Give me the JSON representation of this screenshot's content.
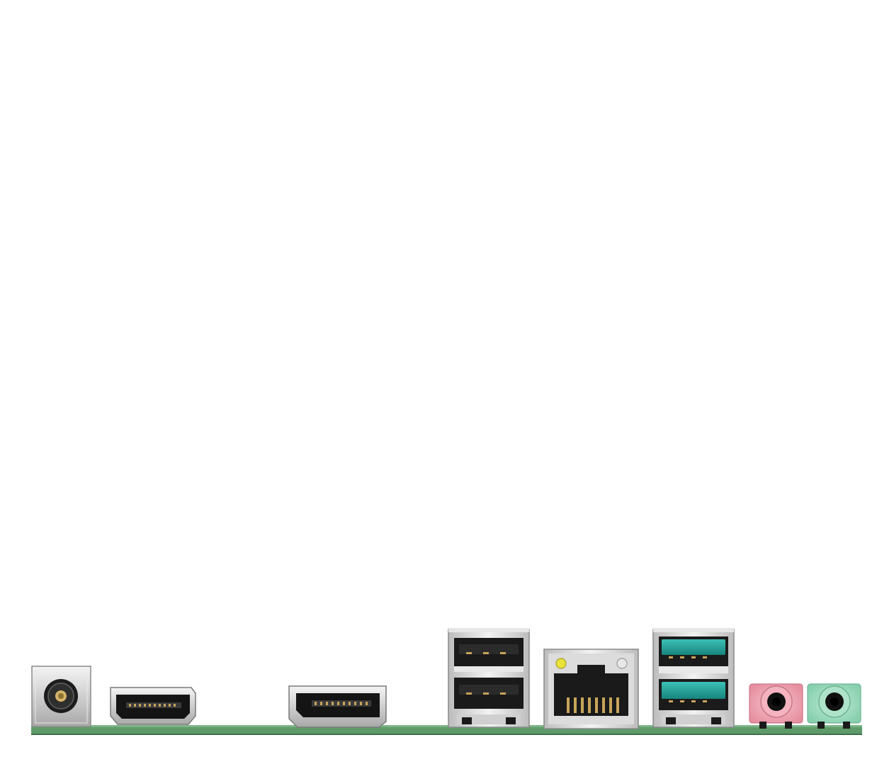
{
  "image": {
    "subject": "motherboard-rear-io-panel",
    "background_color": "#ffffff",
    "pcb_color": "#5e9a6a"
  },
  "ports": [
    {
      "id": "dc-power-jack",
      "kind": "dc-jack",
      "color": "#d9d9d9"
    },
    {
      "id": "hdmi-port",
      "kind": "hdmi",
      "color": "#cfcfcf"
    },
    {
      "id": "displayport-port",
      "kind": "displayport",
      "color": "#cfcfcf"
    },
    {
      "id": "usb2-stack",
      "kind": "usb-a-stacked",
      "insert_color": "#1a1a1a"
    },
    {
      "id": "rj45-lan-port",
      "kind": "rj45",
      "led_left_color": "#e8e23a",
      "led_right_color": "#e8e8e8"
    },
    {
      "id": "usb3-stack",
      "kind": "usb-a-stacked",
      "insert_color": "#1f9e96"
    },
    {
      "id": "mic-in-jack",
      "kind": "audio-3.5mm",
      "color": "#f2a7b5"
    },
    {
      "id": "line-out-jack",
      "kind": "audio-3.5mm",
      "color": "#9fdcc0"
    }
  ]
}
